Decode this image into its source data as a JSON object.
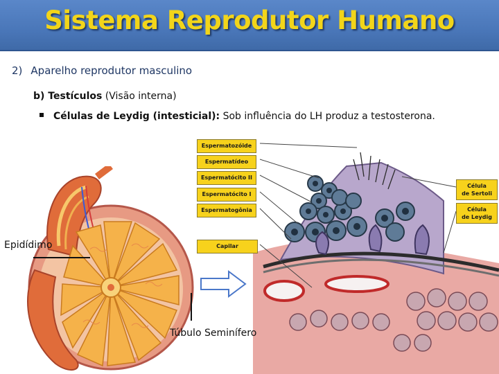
{
  "title": "Sistema Reprodutor Humano",
  "subtitle": {
    "number": "2)",
    "text": "Aparelho reprodutor masculino"
  },
  "section": {
    "bold": "b) Testículos",
    "rest": " (Visão interna)"
  },
  "bullet": {
    "bold": "Células de Leydig (intesticial):",
    "rest": " Sob influência do LH produz a testosterona."
  },
  "labels": {
    "epididimo": "Epidídimo",
    "tubulo": "Túbulo Seminífero"
  },
  "micro_tags": {
    "espermatozoide": "Espermatozóide",
    "espermatideo": "Espermatídeo",
    "espermatocito2": "Espermatócito II",
    "espermatocito1": "Espermatócito I",
    "espermatogonia": "Espermatogônia",
    "capilar": "Capilar",
    "sertoli_1": "Célula",
    "sertoli_2": "de Sertoli",
    "leydig_1": "Célula",
    "leydig_2": "de Leydig"
  },
  "colors": {
    "title_bar": "#4a77b9",
    "title_text": "#f2d51a",
    "tag_fill": "#f7d21c",
    "tissue_pink": "#e9a9a4",
    "tubule_purple": "#b8a7cc"
  }
}
